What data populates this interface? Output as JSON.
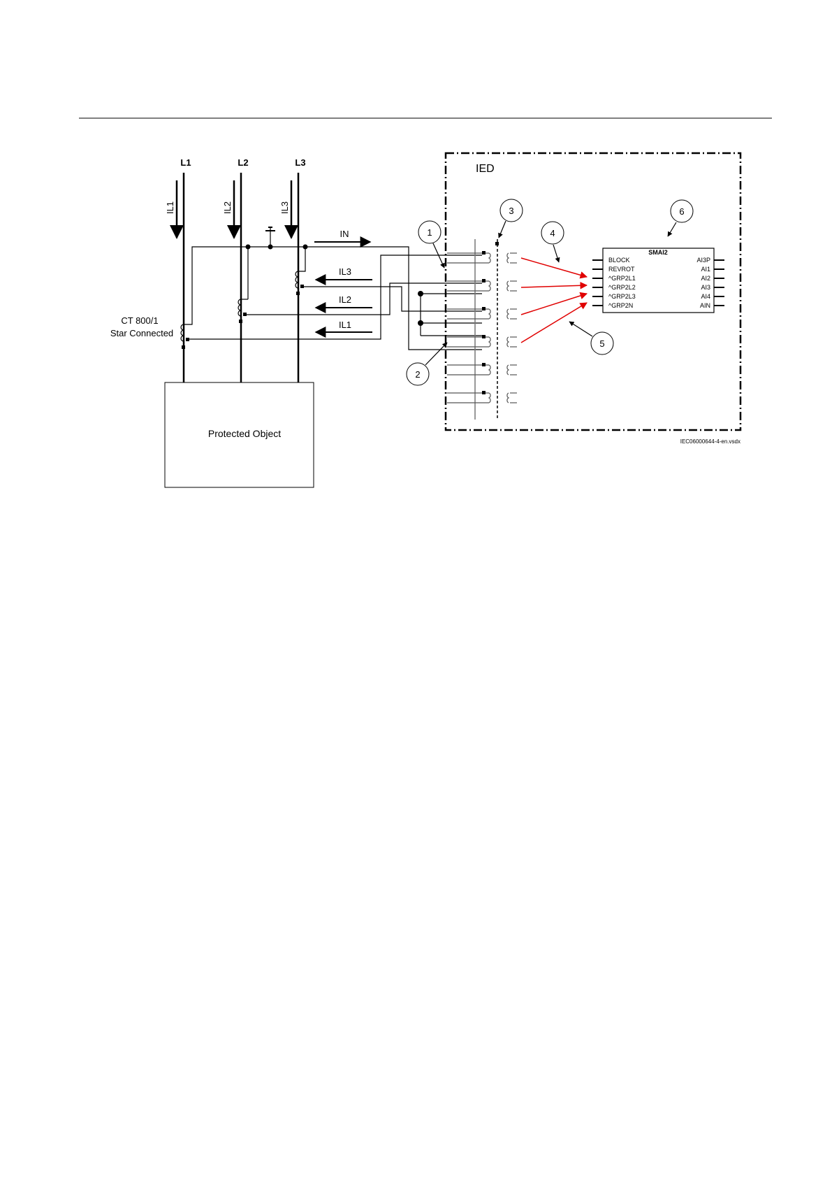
{
  "lines": {
    "l1": "L1",
    "l2": "L2",
    "l3": "L3"
  },
  "phase_labels": {
    "il1": "IL1",
    "il2": "IL2",
    "il3": "IL3"
  },
  "current_arrows": {
    "in": "IN",
    "il3": "IL3",
    "il2": "IL2",
    "il1": "IL1"
  },
  "ct": {
    "line1": "CT 800/1",
    "line2": "Star Connected"
  },
  "protected_object": "Protected Object",
  "ied": {
    "label": "IED",
    "smai": {
      "title": "SMAI2",
      "inputs": [
        "BLOCK",
        "REVROT",
        "^GRP2L1",
        "^GRP2L2",
        "^GRP2L3",
        "^GRP2N"
      ],
      "outputs": [
        "AI3P",
        "AI1",
        "AI2",
        "AI3",
        "AI4",
        "AIN"
      ]
    }
  },
  "callouts": [
    "1",
    "2",
    "3",
    "4",
    "5",
    "6"
  ],
  "figure_id": "IEC06000644-4-en.vsdx",
  "colors": {
    "signal_arrows": "#e00000",
    "lines": "#000000",
    "terminal_grey": "#777777"
  }
}
